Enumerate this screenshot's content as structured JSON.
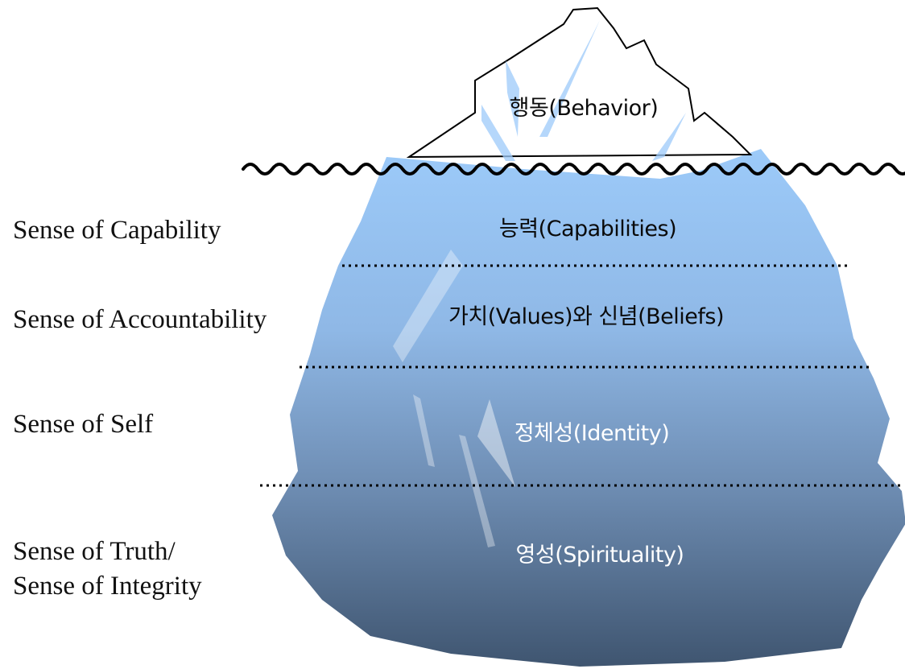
{
  "layers": [
    {
      "id": "behavior",
      "label": "행동(Behavior)"
    },
    {
      "id": "capabilities",
      "label": "능력(Capabilities)"
    },
    {
      "id": "values",
      "label": "가치(Values)와 신념(Beliefs)"
    },
    {
      "id": "identity",
      "label": "정체성(Identity)"
    },
    {
      "id": "spirituality",
      "label": "영성(Spirituality)"
    }
  ],
  "senses": {
    "capability": "Sense of Capability",
    "accountability": "Sense of Accountability",
    "self": "Sense of Self",
    "truth": "Sense of Truth/",
    "integrity": "Sense of Integrity"
  },
  "colors": {
    "ice_top": "#9ccaf9",
    "ice_bottom": "#3f5570",
    "water_line": "#000000",
    "tip_outline": "#000000"
  }
}
